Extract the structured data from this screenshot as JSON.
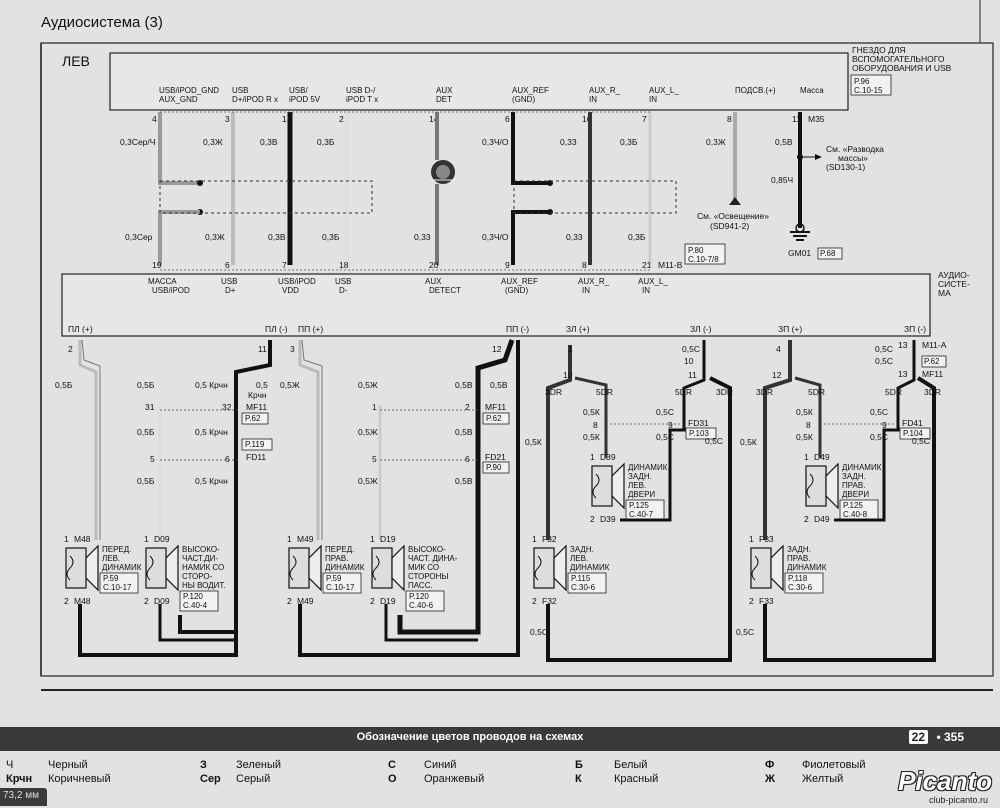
{
  "page_title": "Аудиосистема (3)",
  "left_label": "ЛЕВ",
  "top_box": {
    "title_lines": [
      "ГНЕЗДО ДЛЯ",
      "ВСПОМОГАТЕЛЬНОГО",
      "ОБОРУДОВАНИЯ И USB"
    ],
    "ref": {
      "p": "P.96",
      "c": "C.10-15"
    },
    "pins": [
      {
        "label1": "USB/iPOD_GND",
        "label2": "AUX_GND",
        "pin": "4",
        "wire": "0,3Сер/Ч"
      },
      {
        "label1": "USB",
        "label2": "D+/iPOD R x",
        "pin": "3",
        "wire": "0,3Ж"
      },
      {
        "label1": "USB/",
        "label2": "iPOD 5V",
        "pin": "1",
        "wire": "0,3В"
      },
      {
        "label1": "USB D-/",
        "label2": "iPOD T x",
        "pin": "2",
        "wire": "0,3Б"
      },
      {
        "label1": "AUX",
        "label2": "DET",
        "pin": "14",
        "wire": ""
      },
      {
        "label1": "AUX_REF",
        "label2": "(GND)",
        "pin": "6",
        "wire": "0,3Ч/О"
      },
      {
        "label1": "AUX_R_",
        "label2": "IN",
        "pin": "16",
        "wire": "0,33"
      },
      {
        "label1": "AUX_L_",
        "label2": "IN",
        "pin": "7",
        "wire": "0,3Б"
      },
      {
        "label1": "ПОДСВ.(+)",
        "label2": "",
        "pin": "8",
        "wire": "0,3Ж"
      },
      {
        "label1": "Масса",
        "label2": "",
        "pin": "11",
        "wire": "0,5В"
      }
    ],
    "connector": "M35"
  },
  "ground_ref": {
    "line1": "См. «Разводка",
    "line2": "массы»",
    "line3": "(SD130-1)",
    "wire": "0,85Ч",
    "ground": "GM01",
    "ref": "P.68"
  },
  "light_ref": {
    "line1": "См. «Освещение»",
    "line2": "(SD941-2)"
  },
  "mid_wires": [
    "0,3Сер",
    "0,3Ж",
    "0,3В",
    "0,3Б",
    "0,33",
    "0,3Ч/О",
    "0,33",
    "0,3Б"
  ],
  "m11b": {
    "label": "M11-B",
    "p": "P.80",
    "c": "C.10-7/8"
  },
  "audio_box": {
    "title_lines": [
      "АУДИО-",
      "СИСТЕ-",
      "МА"
    ],
    "pins": [
      {
        "label1": "МАССА",
        "label2": "USB/iPOD",
        "pin": "19"
      },
      {
        "label1": "USB",
        "label2": "D+",
        "pin": "6"
      },
      {
        "label1": "USB/iPOD",
        "label2": "VDD",
        "pin": "7"
      },
      {
        "label1": "USB",
        "label2": "D-",
        "pin": "18"
      },
      {
        "label1": "AUX",
        "label2": "DETECT",
        "pin": "20"
      },
      {
        "label1": "AUX_REF",
        "label2": "(GND)",
        "pin": "9"
      },
      {
        "label1": "AUX_R_",
        "label2": "IN",
        "pin": "8"
      },
      {
        "label1": "AUX_L_",
        "label2": "IN",
        "pin": "21"
      }
    ],
    "outputs": [
      "ПЛ (+)",
      "ПЛ (-)",
      "ПП (+)",
      "ПП (-)",
      "ЗЛ (+)",
      "ЗЛ (-)",
      "ЗП (+)",
      "ЗП (-)"
    ],
    "m11a": {
      "label": "M11-A",
      "ref": "P.62",
      "mf": "MF11"
    }
  },
  "speakers": [
    {
      "id": "M48",
      "name": [
        "ПЕРЕД.",
        "ЛЕВ.",
        "ДИНАМИК"
      ],
      "p": "P.59",
      "c": "C.10-17"
    },
    {
      "id": "D09",
      "name": [
        "ВЫСОКО-",
        "ЧАСТ.ДИ-",
        "НАМИК СО",
        "СТОРО-",
        "НЫ ВОДИТ."
      ],
      "p": "P.120",
      "c": "C.40-4"
    },
    {
      "id": "M49",
      "name": [
        "ПЕРЕД.",
        "ПРАВ.",
        "ДИНАМИК"
      ],
      "p": "P.59",
      "c": "C.10-17"
    },
    {
      "id": "D19",
      "name": [
        "ВЫСОКО-",
        "ЧАСТ. ДИНА-",
        "МИК СО",
        "СТОРОНЫ",
        "ПАСС."
      ],
      "p": "P.120",
      "c": "C.40-6"
    },
    {
      "id": "D39",
      "name": [
        "ДИНАМИК",
        "ЗАДН.",
        "ЛЕВ.",
        "ДВЕРИ"
      ],
      "p": "P.125",
      "c": "C.40-7"
    },
    {
      "id": "F32",
      "name": [
        "ЗАДН.",
        "ЛЕВ.",
        "ДИНАМИК"
      ],
      "p": "P.115",
      "c": "C.30-6"
    },
    {
      "id": "D49",
      "name": [
        "ДИНАМИК",
        "ЗАДН.",
        "ПРАВ.",
        "ДВЕРИ"
      ],
      "p": "P.125",
      "c": "C.40-8"
    },
    {
      "id": "F33",
      "name": [
        "ЗАДН.",
        "ПРАВ.",
        "ДИНАМИК"
      ],
      "p": "P.118",
      "c": "C.30-6"
    }
  ],
  "connectors": {
    "mf11": {
      "label": "MF11",
      "ref": "P.62"
    },
    "fd11": {
      "label": "FD11",
      "ref": "P.119"
    },
    "mf11b": {
      "label": "MF11",
      "ref": "P.62"
    },
    "fd21": {
      "label": "FD21",
      "ref": "P.90"
    },
    "fd31": {
      "label": "FD31",
      "ref": "P.103"
    },
    "fd41": {
      "label": "FD41",
      "ref": "P.104"
    }
  },
  "wire_labels": {
    "w05b": "0,5Б",
    "w05k": "0,5 Крчн",
    "krch": "Крчн",
    "w05zh": "0,5Ж",
    "w05v": "0,5В",
    "w05kc": "0,5К",
    "w05s": "0,5С",
    "dr3": "3DR",
    "dr5": "5DR"
  },
  "footer": {
    "title": "Обозначение цветов проводов на схемах",
    "chapter": "22",
    "page": "• 355",
    "legend": [
      {
        "code": "Ч",
        "name": "Черный"
      },
      {
        "code": "З",
        "name": "Зеленый"
      },
      {
        "code": "С",
        "name": "Синий"
      },
      {
        "code": "Б",
        "name": "Белый"
      },
      {
        "code": "Ф",
        "name": "Фиолетовый"
      },
      {
        "code": "Крчн",
        "name": "Коричневый"
      },
      {
        "code": "Сер",
        "name": "Серый"
      },
      {
        "code": "О",
        "name": "Оранжевый"
      },
      {
        "code": "К",
        "name": "Красный"
      },
      {
        "code": "Ж",
        "name": "Желтый"
      }
    ]
  },
  "overlay_measure": "73,2 мм",
  "watermark": {
    "brand": "Picanto",
    "site": "club-picanto.ru"
  }
}
